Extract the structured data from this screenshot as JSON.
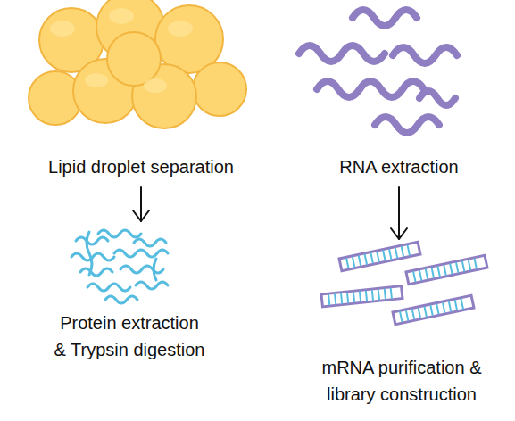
{
  "diagram": {
    "nodes": [
      {
        "text": [
          "Lipid droplet separation"
        ]
      },
      {
        "text": [
          "RNA extraction"
        ]
      },
      {
        "text": [
          "Protein extraction & Trypsin digestion"
        ]
      },
      {
        "text": [
          "mRNA purification & library construction"
        ]
      }
    ],
    "edges": [
      {
        "from": 0,
        "to": 2,
        "arrow": "to"
      },
      {
        "from": 1,
        "to": 3,
        "arrow": "to"
      }
    ]
  }
}
